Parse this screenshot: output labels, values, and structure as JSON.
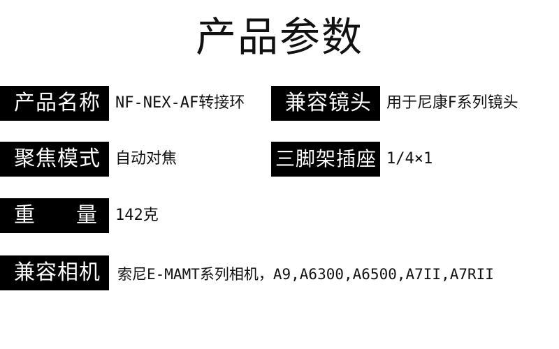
{
  "title": "产品参数",
  "rows": [
    {
      "label": "产品名称",
      "value": "NF-NEX-AF转接环"
    },
    {
      "label": "兼容镜头",
      "value": "用于尼康F系列镜头"
    },
    {
      "label": "聚焦模式",
      "value": "自动对焦"
    },
    {
      "label": "三脚架插座",
      "value": "1/4×1"
    },
    {
      "label_parts": [
        "重",
        "量"
      ],
      "value": "142克"
    },
    {
      "label": "兼容相机",
      "value": "索尼E-MAMT系列相机，A9,A6300,A6500,A7II,A7RII"
    }
  ]
}
